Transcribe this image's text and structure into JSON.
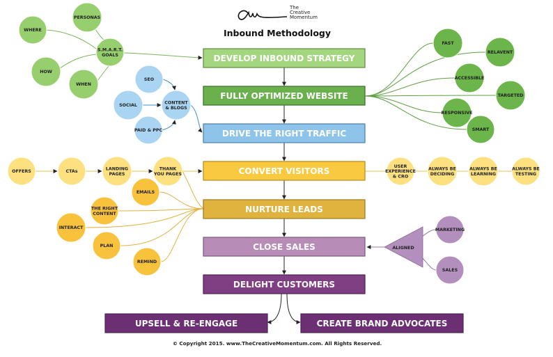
{
  "logo": {
    "line1": "The",
    "line2": "Creative",
    "line3": "Momentum"
  },
  "title": "Inbound Methodology",
  "footer": "© Copyright 2015. www.TheCreativeMomentum.com. All Rights Reserved.",
  "colors": {
    "lime": "#a4d67f",
    "lime_node": "#97cf6e",
    "green": "#6ab04c",
    "green_node": "#6cb54a",
    "blue": "#8ec4ea",
    "blue_node": "#a9d4f2",
    "yellow": "#f9c93f",
    "yellow_node": "#fde080",
    "gold": "#e0b33e",
    "gold_node": "#f9c23d",
    "mauve": "#b78db7",
    "mauve_node": "#b38fbd",
    "purple": "#7f3f82",
    "purple_dark": "#6c2f73"
  },
  "steps": [
    "Develop Inbound Strategy",
    "Fully Optimized Website",
    "Drive the Right Traffic",
    "Convert Visitors",
    "Nurture Leads",
    "Close Sales",
    "Delight Customers"
  ],
  "outcomes": [
    "Upsell & Re-Engage",
    "Create Brand Advocates"
  ],
  "nodes": {
    "smart": [
      "S.M.A.R.T.",
      "GOALS"
    ],
    "personas": [
      "PERSONAS"
    ],
    "where": [
      "WHERE"
    ],
    "how": [
      "HOW"
    ],
    "when": [
      "WHEN"
    ],
    "fast": [
      "FAST"
    ],
    "relavent": [
      "RELAVENT"
    ],
    "accessible": [
      "ACCESSIBLE"
    ],
    "targeted": [
      "TARGETED"
    ],
    "responsive": [
      "RESPONSIVE"
    ],
    "smart2": [
      "SMART"
    ],
    "seo": [
      "SEO"
    ],
    "social": [
      "SOCIAL"
    ],
    "paid": [
      "PAID & PPC"
    ],
    "content": [
      "CONTENT",
      "& BLOGS"
    ],
    "offers": [
      "OFFERS"
    ],
    "ctas": [
      "CTAs"
    ],
    "landing": [
      "LANDING",
      "PAGES"
    ],
    "thankyou": [
      "THANK",
      "YOU PAGES"
    ],
    "ux": [
      "USER",
      "EXPERIENCE",
      "& CRO"
    ],
    "deciding": [
      "ALWAYS BE",
      "DECIDING"
    ],
    "learning": [
      "ALWAYS BE",
      "LEARNING"
    ],
    "testing": [
      "ALWAYS BE",
      "TESTING"
    ],
    "emails": [
      "EMAILS"
    ],
    "rightcontent": [
      "THE RIGHT",
      "CONTENT"
    ],
    "interact": [
      "INTERACT"
    ],
    "plan": [
      "PLAN"
    ],
    "remind": [
      "REMIND"
    ],
    "aligned": [
      "ALIGNED"
    ],
    "marketing": [
      "MARKETING"
    ],
    "sales": [
      "SALES"
    ]
  }
}
